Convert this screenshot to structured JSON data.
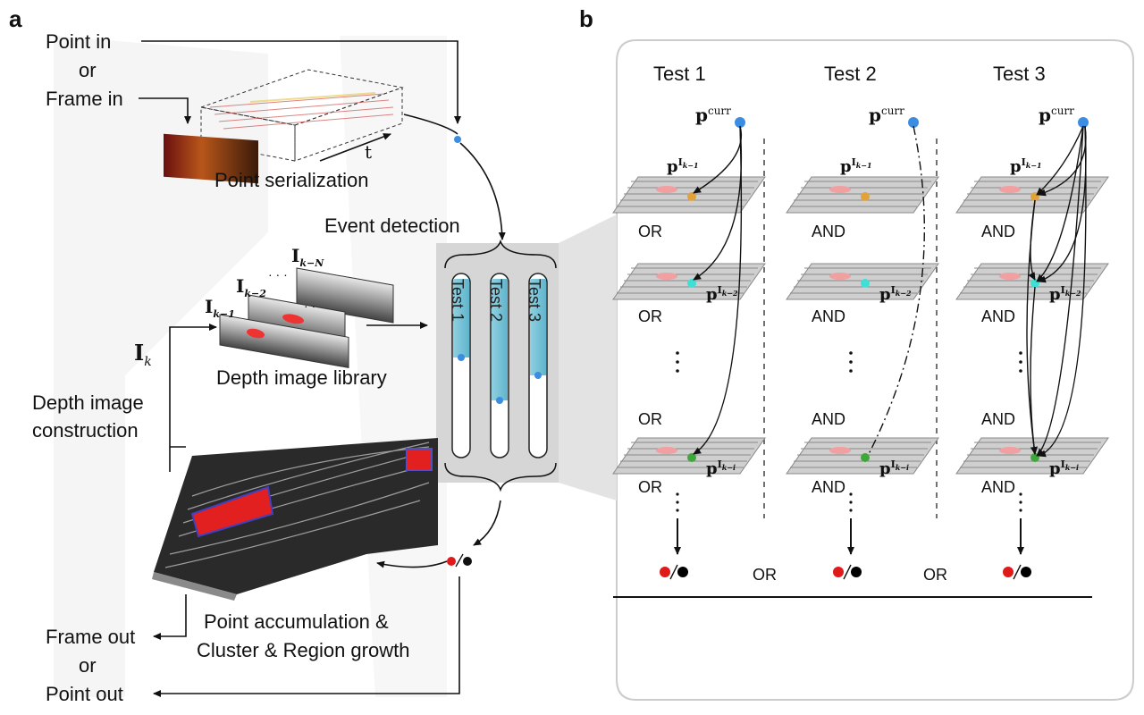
{
  "panel_a": {
    "letter": "a",
    "point_in": "Point in",
    "or1": "or",
    "frame_in": "Frame in",
    "serialization_axis": "t",
    "point_serialization": "Point serialization",
    "event_detection": "Event detection",
    "tests": [
      "Test 1",
      "Test 2",
      "Test 3"
    ],
    "library_labels": [
      "I",
      "I",
      "I"
    ],
    "library_subs": [
      "k−1",
      "k−2",
      "k−N"
    ],
    "ik": "I",
    "ik_sub": "k",
    "depth_image_library": "Depth image library",
    "depth_image_construction_1": "Depth image",
    "depth_image_construction_2": "construction",
    "frame_out": "Frame out",
    "or2": "or",
    "point_out": "Point out",
    "accumulation_1": "Point accumulation &",
    "accumulation_2": "Cluster & Region growth"
  },
  "panel_b": {
    "letter": "b",
    "tests": [
      "Test 1",
      "Test 2",
      "Test 3"
    ],
    "p_curr": "p",
    "p_curr_sup": "curr",
    "p_k1": "p",
    "p_k1_sup": "I",
    "p_k1_subsup": "k−1",
    "p_k2_subsup": "k−2",
    "p_ki_subsup": "k−i",
    "ops": {
      "test1": [
        "OR",
        "OR",
        "OR",
        "OR"
      ],
      "test2": [
        "AND",
        "AND",
        "AND",
        "AND"
      ],
      "test3": [
        "AND",
        "AND",
        "AND",
        "AND"
      ]
    },
    "combine_ops": [
      "OR",
      "OR"
    ]
  },
  "colors": {
    "blue_point": "#3a8de0",
    "orange_point": "#e2a23a",
    "cyan_point": "#3ee0d6",
    "green_point": "#3fa83a",
    "red_point": "#e01a1a",
    "black_point": "#000000",
    "column_fill": "#7fc6d8",
    "gray_panel": "#d9d9d9"
  }
}
